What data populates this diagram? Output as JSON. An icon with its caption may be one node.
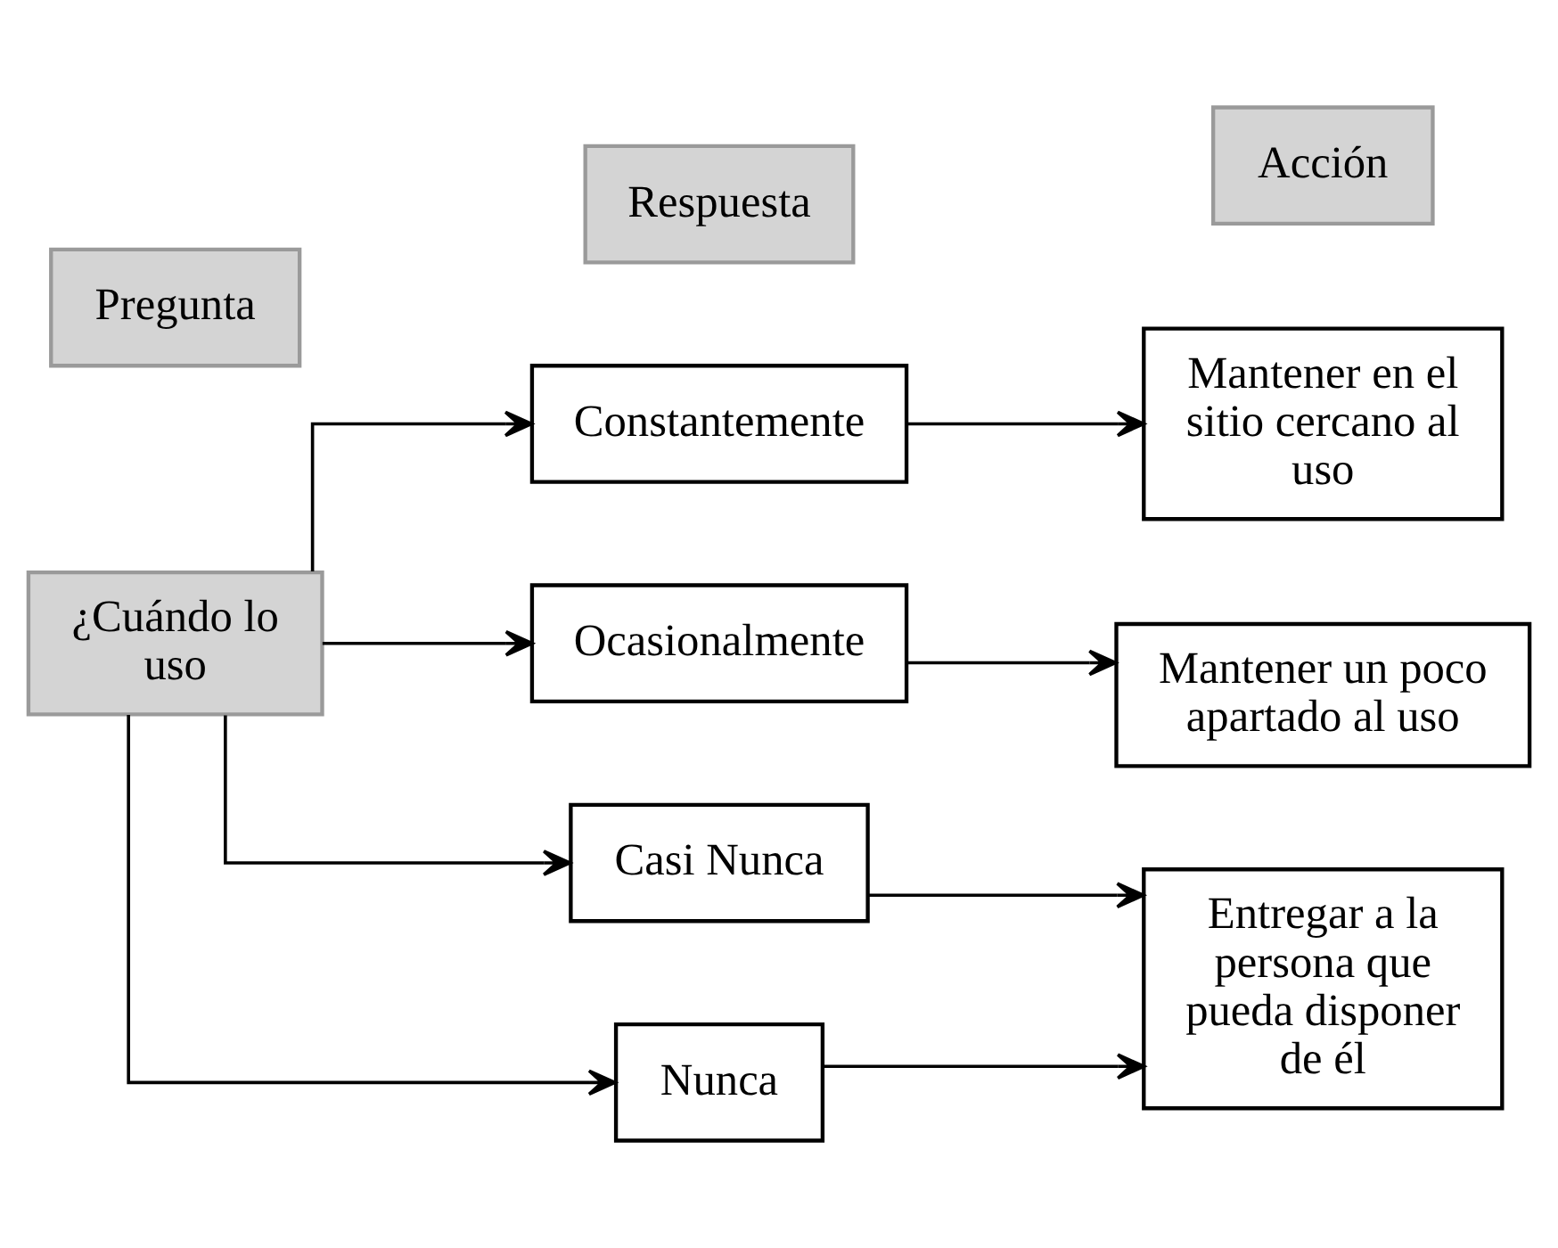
{
  "diagram": {
    "nodes": [
      {
        "text": [
          "Pregunta"
        ]
      },
      {
        "text": [
          "Respuesta"
        ]
      },
      {
        "text": [
          "Acción"
        ]
      },
      {
        "text": [
          "¿Cuándo lo uso"
        ]
      },
      {
        "text": [
          "Constantemente"
        ]
      },
      {
        "text": [
          "Ocasionalmente"
        ]
      },
      {
        "text": [
          "Casi Nunca"
        ]
      },
      {
        "text": [
          "Nunca"
        ]
      },
      {
        "text": [
          "Mantener en el sitio cercano al uso"
        ]
      },
      {
        "text": [
          "Mantener un poco apartado al uso"
        ]
      },
      {
        "text": [
          "Entregar a la persona que pueda disponer de él"
        ]
      }
    ],
    "edges": [
      {
        "from": 3,
        "to": 4,
        "arrow": "to"
      },
      {
        "from": 3,
        "to": 5,
        "arrow": "to"
      },
      {
        "from": 3,
        "to": 6,
        "arrow": "to"
      },
      {
        "from": 3,
        "to": 7,
        "arrow": "to"
      },
      {
        "from": 4,
        "to": 8,
        "arrow": "to"
      },
      {
        "from": 5,
        "to": 9,
        "arrow": "to"
      },
      {
        "from": 6,
        "to": 10,
        "arrow": "to"
      },
      {
        "from": 7,
        "to": 10,
        "arrow": "to"
      }
    ]
  }
}
